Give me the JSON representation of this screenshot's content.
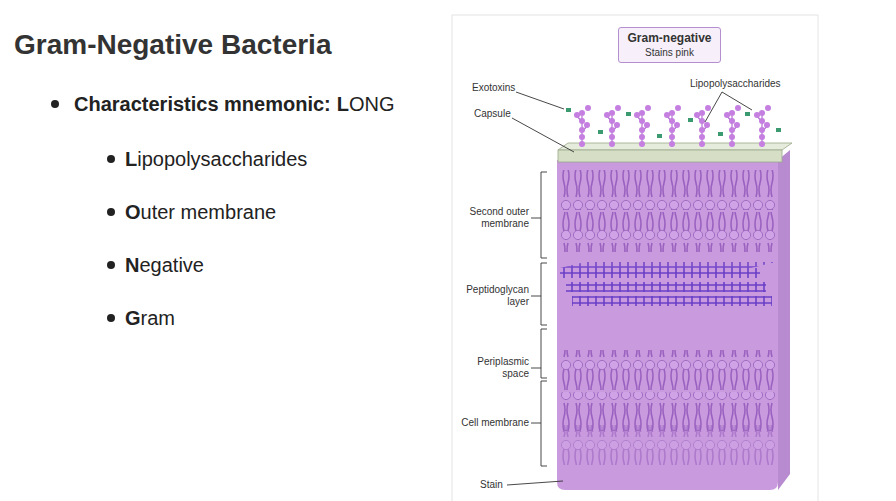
{
  "diagram": {
    "title": "Gram-Negative Bacteria",
    "nodes": [
      {
        "text": [
          "Gram-negative",
          "Stains pink"
        ]
      }
    ],
    "labels": [
      "Characteristics mnemonic:",
      "LONG",
      "Lipopolysaccharides",
      "Outer membrane",
      "Negative",
      "Gram",
      "Exotoxins",
      "Lipopolysaccharides",
      "Capsule",
      "Second outer membrane",
      "Peptidoglycan layer",
      "Periplasmic space",
      "Cell membrane",
      "Stain"
    ]
  }
}
